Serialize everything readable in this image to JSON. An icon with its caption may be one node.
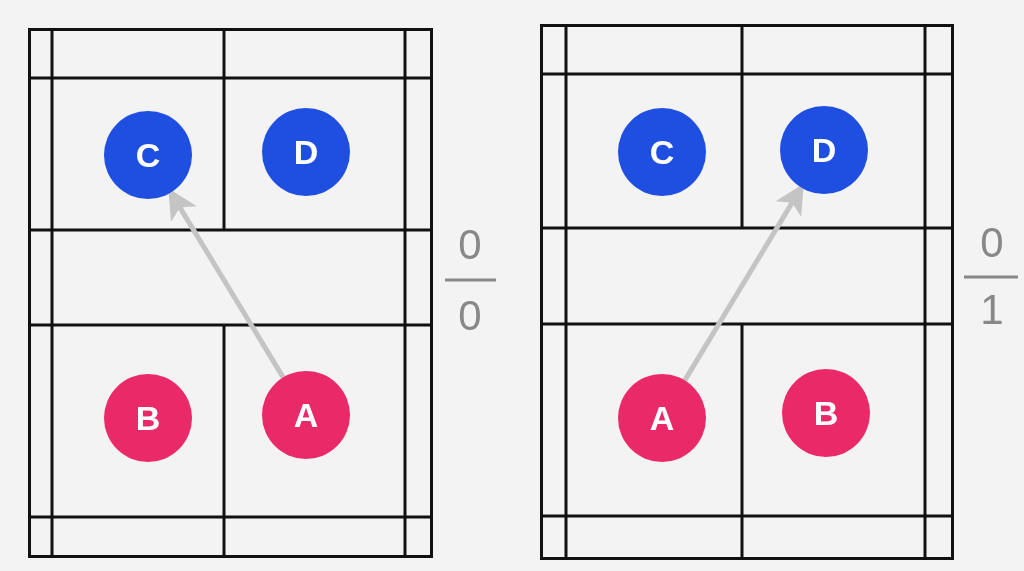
{
  "diagram": {
    "nodes": [
      {
        "text": [],
        "shape": "box"
      },
      {
        "text": [
          "C"
        ],
        "in": 0
      },
      {
        "text": [
          "D"
        ],
        "in": 0
      },
      {
        "text": [
          "B"
        ],
        "in": 0
      },
      {
        "text": [
          "A"
        ],
        "in": 0
      },
      {
        "text": [],
        "shape": "box"
      },
      {
        "text": [
          "C"
        ],
        "in": 5
      },
      {
        "text": [
          "D"
        ],
        "in": 5
      },
      {
        "text": [
          "A"
        ],
        "in": 5
      },
      {
        "text": [
          "B"
        ],
        "in": 5
      }
    ],
    "edges": [
      {
        "from": 4,
        "to": 1,
        "arrow": "to"
      },
      {
        "from": 8,
        "to": 7,
        "arrow": "to"
      }
    ],
    "labels": [
      "0",
      "0",
      "0",
      "1"
    ]
  }
}
